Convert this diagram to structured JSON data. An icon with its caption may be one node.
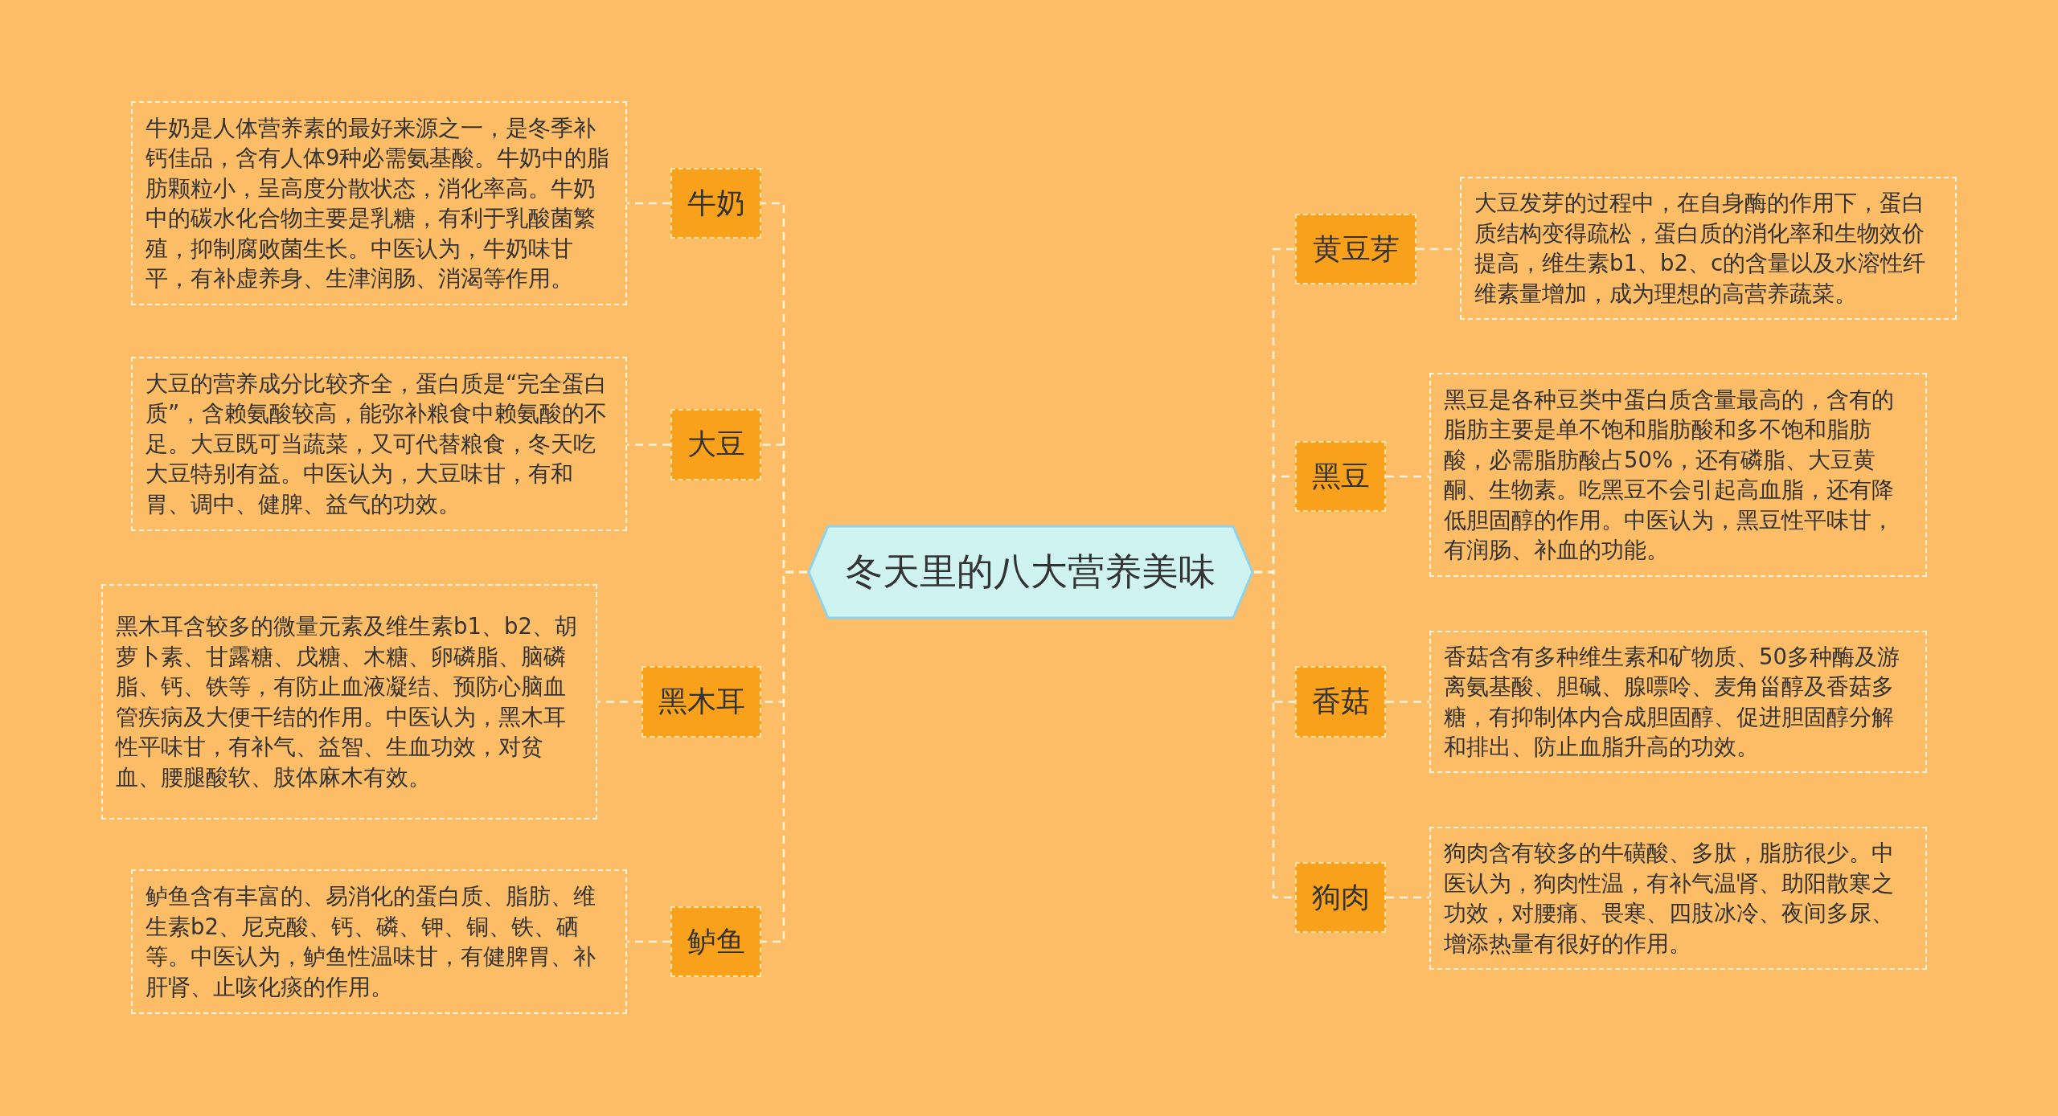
{
  "diagram": {
    "nodes": [
      {
        "text": [
          "冬天里的八大营养美味"
        ]
      },
      {
        "text": [
          "牛奶"
        ]
      },
      {
        "text": [
          "牛奶是人体营养素的最好来源之一，是冬季补钙佳品，含有人体9种必需氨基酸。牛奶中的脂肪颗粒小，呈高度分散状态，消化率高。牛奶中的碳水化合物主要是乳糖，有利于乳酸菌繁殖，抑制腐败菌生长。中医认为，牛奶味甘平，有补虚养身、生津润肠、消渴等作用。"
        ]
      },
      {
        "text": [
          "大豆"
        ]
      },
      {
        "text": [
          "大豆的营养成分比较齐全，蛋白质是“完全蛋白质”，含赖氨酸较高，能弥补粮食中赖氨酸的不足。大豆既可当蔬菜，又可代替粮食，冬天吃大豆特别有益。中医认为，大豆味甘，有和胃、调中、健脾、益气的功效。"
        ]
      },
      {
        "text": [
          "黑木耳"
        ]
      },
      {
        "text": [
          "黑木耳含较多的微量元素及维生素b1、b2、胡萝卜素、甘露糖、戊糖、木糖、卵磷脂、脑磷脂、钙、铁等，有防止血液凝结、预防心脑血管疾病及大便干结的作用。中医认为，黑木耳性平味甘，有补气、益智、生血功效，对贫血、腰腿酸软、肢体麻木有效。"
        ]
      },
      {
        "text": [
          "鲈鱼"
        ]
      },
      {
        "text": [
          "鲈鱼含有丰富的、易消化的蛋白质、脂肪、维生素b2、尼克酸、钙、磷、钾、铜、铁、硒等。中医认为，鲈鱼性温味甘，有健脾胃、补肝肾、止咳化痰的作用。"
        ]
      },
      {
        "text": [
          "黄豆芽"
        ]
      },
      {
        "text": [
          "大豆发芽的过程中，在自身酶的作用下，蛋白质结构变得疏松，蛋白质的消化率和生物效价提高，维生素b1、b2、c的含量以及水溶性纤维素量增加，成为理想的高营养蔬菜。"
        ]
      },
      {
        "text": [
          "黑豆"
        ]
      },
      {
        "text": [
          "黑豆是各种豆类中蛋白质含量最高的，含有的脂肪主要是单不饱和脂肪酸和多不饱和脂肪酸，必需脂肪酸占50%，还有磷脂、大豆黄酮、生物素。吃黑豆不会引起高血脂，还有降低胆固醇的作用。中医认为，黑豆性平味甘，有润肠、补血的功能。"
        ]
      },
      {
        "text": [
          "香菇"
        ]
      },
      {
        "text": [
          "香菇含有多种维生素和矿物质、50多种酶及游离氨基酸、胆碱、腺嘌呤、麦角甾醇及香菇多糖，有抑制体内合成胆固醇、促进胆固醇分解和排出、防止血脂升高的功效。"
        ]
      },
      {
        "text": [
          "狗肉"
        ]
      },
      {
        "text": [
          "狗肉含有较多的牛磺酸、多肽，脂肪很少。中医认为，狗肉性温，有补气温肾、助阳散寒之功效，对腰痛、畏寒、四肢冰冷、夜间多尿、增添热量有很好的作用。"
        ]
      }
    ],
    "edges": [
      {
        "from": 0,
        "to": 1,
        "arrow": "none"
      },
      {
        "from": 0,
        "to": 3,
        "arrow": "none"
      },
      {
        "from": 0,
        "to": 5,
        "arrow": "none"
      },
      {
        "from": 0,
        "to": 7,
        "arrow": "none"
      },
      {
        "from": 0,
        "to": 9,
        "arrow": "none"
      },
      {
        "from": 0,
        "to": 11,
        "arrow": "none"
      },
      {
        "from": 0,
        "to": 13,
        "arrow": "none"
      },
      {
        "from": 0,
        "to": 15,
        "arrow": "none"
      },
      {
        "from": 1,
        "to": 2,
        "arrow": "none"
      },
      {
        "from": 3,
        "to": 4,
        "arrow": "none"
      },
      {
        "from": 5,
        "to": 6,
        "arrow": "none"
      },
      {
        "from": 7,
        "to": 8,
        "arrow": "none"
      },
      {
        "from": 9,
        "to": 10,
        "arrow": "none"
      },
      {
        "from": 11,
        "to": 12,
        "arrow": "none"
      },
      {
        "from": 13,
        "to": 14,
        "arrow": "none"
      },
      {
        "from": 15,
        "to": 16,
        "arrow": "none"
      }
    ]
  }
}
